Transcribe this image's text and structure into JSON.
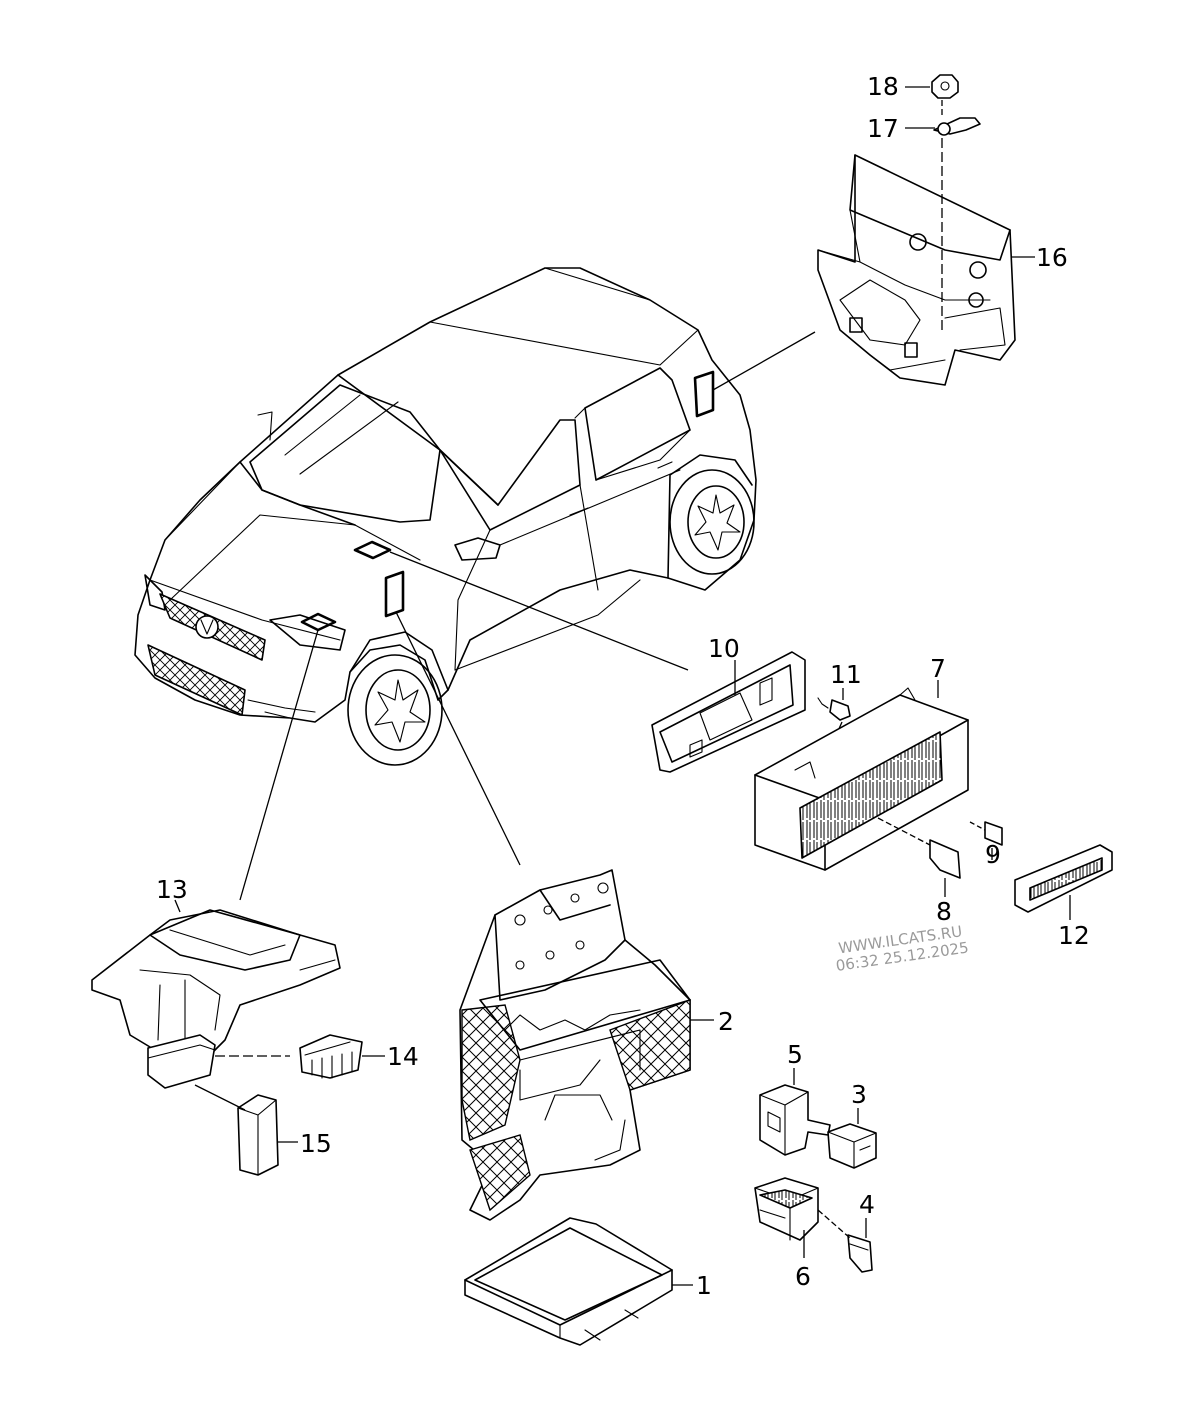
{
  "diagram": {
    "callouts": [
      {
        "id": "c18",
        "text": "18"
      },
      {
        "id": "c17",
        "text": "17"
      },
      {
        "id": "c16",
        "text": "16"
      },
      {
        "id": "c10",
        "text": "10"
      },
      {
        "id": "c11",
        "text": "11"
      },
      {
        "id": "c7",
        "text": "7"
      },
      {
        "id": "c9",
        "text": "9"
      },
      {
        "id": "c8",
        "text": "8"
      },
      {
        "id": "c12",
        "text": "12"
      },
      {
        "id": "c13",
        "text": "13"
      },
      {
        "id": "c14",
        "text": "14"
      },
      {
        "id": "c15",
        "text": "15"
      },
      {
        "id": "c2",
        "text": "2"
      },
      {
        "id": "c5",
        "text": "5"
      },
      {
        "id": "c3",
        "text": "3"
      },
      {
        "id": "c4",
        "text": "4"
      },
      {
        "id": "c6",
        "text": "6"
      },
      {
        "id": "c1",
        "text": "1"
      }
    ],
    "watermark": {
      "line1": "WWW.ILCATS.RU",
      "line2": "06:32 25.12.2025"
    }
  }
}
